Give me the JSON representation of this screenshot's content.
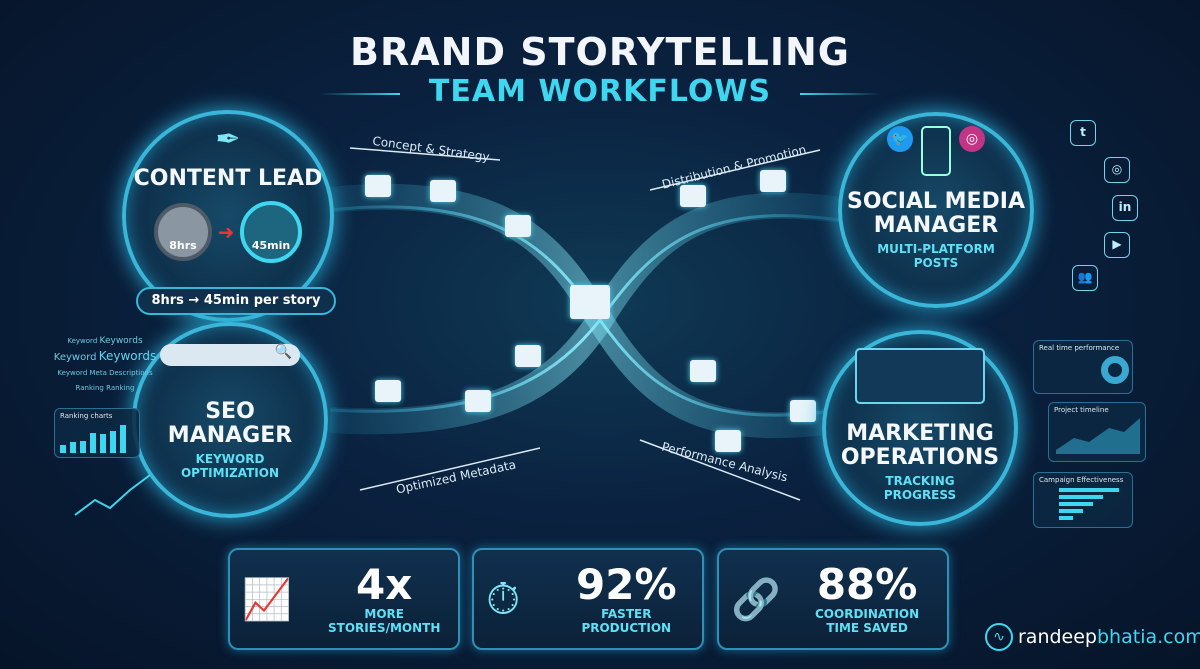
{
  "title": {
    "line1": "BRAND STORYTELLING",
    "line2": "TEAM WORKFLOWS"
  },
  "roles": {
    "content_lead": {
      "name": "CONTENT LEAD",
      "before": "8hrs",
      "after": "45min",
      "caption": "8hrs → 45min per story"
    },
    "social": {
      "name_1": "SOCIAL MEDIA",
      "name_2": "MANAGER",
      "sub_1": "MULTI-PLATFORM",
      "sub_2": "POSTS"
    },
    "seo": {
      "name_1": "SEO",
      "name_2": "MANAGER",
      "sub_1": "KEYWORD",
      "sub_2": "OPTIMIZATION"
    },
    "ops": {
      "name_1": "MARKETING",
      "name_2": "OPERATIONS",
      "sub_1": "TRACKING",
      "sub_2": "PROGRESS"
    }
  },
  "flows": {
    "concept": "Concept & Strategy",
    "distribution": "Distribution & Promotion",
    "metadata": "Optimized Metadata",
    "performance": "Performance Analysis"
  },
  "keywords": [
    "Keyword",
    "Keywords",
    "Keyword",
    "Keywords",
    "Meta Descriptions",
    "Ranking",
    "Keyword",
    "Ranking"
  ],
  "panels": {
    "ranking": "Ranking charts",
    "realtime": "Real time performance",
    "timeline": "Project timeline",
    "campaign": "Campaign Effectiveness"
  },
  "social_icons": [
    "twitter-icon",
    "instagram-icon",
    "linkedin-icon",
    "youtube-icon",
    "users-icon"
  ],
  "stats": [
    {
      "value": "4x",
      "label_1": "MORE",
      "label_2": "STORIES/MONTH"
    },
    {
      "value": "92%",
      "label_1": "FASTER",
      "label_2": "PRODUCTION"
    },
    {
      "value": "88%",
      "label_1": "COORDINATION",
      "label_2": "TIME SAVED"
    }
  ],
  "brand": {
    "name_a": "randeep",
    "name_b": "bhatia.com"
  },
  "colors": {
    "accent": "#3fd7f0",
    "background": "#0a2240",
    "arrow": "#e8343a"
  }
}
